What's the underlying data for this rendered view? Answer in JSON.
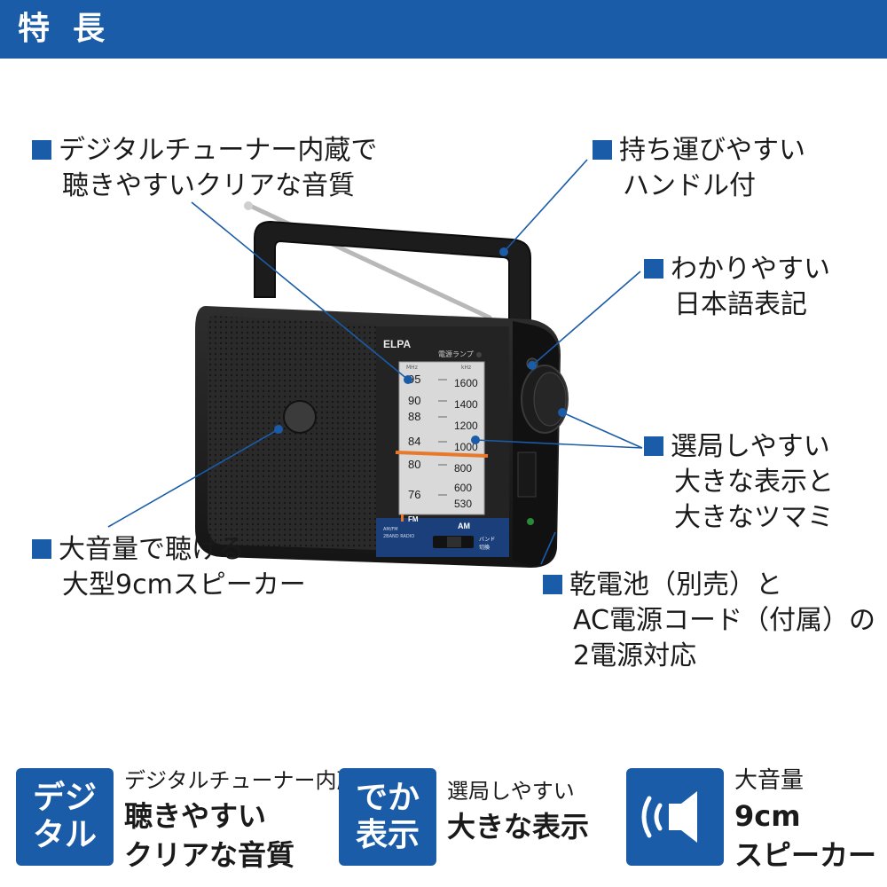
{
  "header": {
    "title": "特長"
  },
  "callouts": {
    "tuner": {
      "line1": "デジタルチューナー内蔵で",
      "line2": "聴きやすいクリアな音質"
    },
    "handle": {
      "line1": "持ち運びやすい",
      "line2": "ハンドル付"
    },
    "japanese": {
      "line1": "わかりやすい",
      "line2": "日本語表記"
    },
    "dial": {
      "line1": "選局しやすい",
      "line2": "大きな表示と",
      "line3": "大きなツマミ"
    },
    "speaker": {
      "line1": "大音量で聴ける",
      "line2": "大型9cmスピーカー"
    },
    "power": {
      "line1": "乾電池（別売）と",
      "line2": "AC電源コード（付属）の",
      "line3": "2電源対応"
    }
  },
  "radio": {
    "brand": "ELPA",
    "lamp_label": "電源ランプ",
    "fm_unit": "MHz",
    "am_unit": "kHz",
    "fm_scale": [
      "95",
      "90",
      "88",
      "84",
      "80",
      "76"
    ],
    "am_scale": [
      "1600",
      "1400",
      "1200",
      "1000",
      "800",
      "600",
      "530"
    ],
    "band_fm": "FM",
    "band_am": "AM",
    "model_text1": "AM/FM",
    "model_text2": "2BAND RADIO",
    "band_switch_label1": "バンド",
    "band_switch_label2": "切換"
  },
  "badges": [
    {
      "icon_line1": "デジ",
      "icon_line2": "タル",
      "small": "デジタルチューナー内蔵",
      "big1": "聴きやすい",
      "big2": "クリアな音質"
    },
    {
      "icon_line1": "でか",
      "icon_line2": "表示",
      "small": "選局しやすい",
      "big1": "大きな表示"
    },
    {
      "icon_name": "speaker-icon",
      "small": "大音量",
      "big1": "9cm",
      "big2": "スピーカー"
    }
  ],
  "colors": {
    "brand_blue": "#1a5ca8",
    "radio_body": "#1e1e1e",
    "tuner_needle": "#e8782a"
  }
}
